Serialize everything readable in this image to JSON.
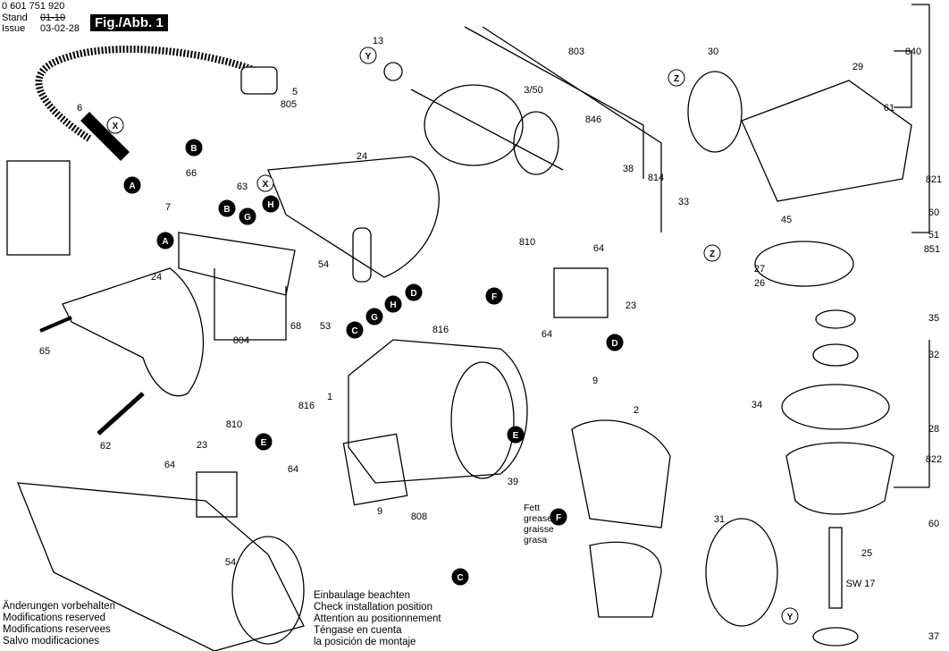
{
  "header": {
    "part_number": "0 601 751 920",
    "stand_label": "Stand",
    "issue_label": "Issue",
    "stand_date": "01-10",
    "issue_date": "03-02-28",
    "figure_label": "Fig./Abb. 1"
  },
  "footer_left": [
    "Änderungen vorbehalten",
    "Modifications reserved",
    "Modifications reservees",
    "Salvo modificaciones"
  ],
  "footer_install": [
    "Einbaulage beachten",
    "Check installation position",
    "Attention au positionnement",
    "Téngase en cuenta",
    "la posición de montaje"
  ],
  "grease_note": [
    "Fett",
    "grease",
    "graisse",
    "grasa"
  ],
  "part_labels": [
    "13",
    "803",
    "3/50",
    "30",
    "840",
    "29",
    "821",
    "61",
    "846",
    "38",
    "814",
    "33",
    "5",
    "805",
    "6",
    "24",
    "66",
    "63",
    "7",
    "54",
    "810",
    "64",
    "45",
    "60",
    "51",
    "851",
    "27",
    "26",
    "23",
    "53",
    "68",
    "804",
    "24",
    "65",
    "816",
    "64",
    "35",
    "32",
    "34",
    "28",
    "822",
    "1",
    "9",
    "2",
    "816",
    "810",
    "23",
    "64",
    "64",
    "39",
    "9",
    "808",
    "31",
    "60",
    "25",
    "SW 17",
    "54",
    "37",
    "62"
  ],
  "connector_labels": [
    "Y",
    "Z",
    "Z",
    "X",
    "B",
    "A",
    "X",
    "B",
    "G",
    "H",
    "A",
    "F",
    "D",
    "H",
    "G",
    "C",
    "D",
    "E",
    "E",
    "F",
    "C",
    "Y"
  ]
}
